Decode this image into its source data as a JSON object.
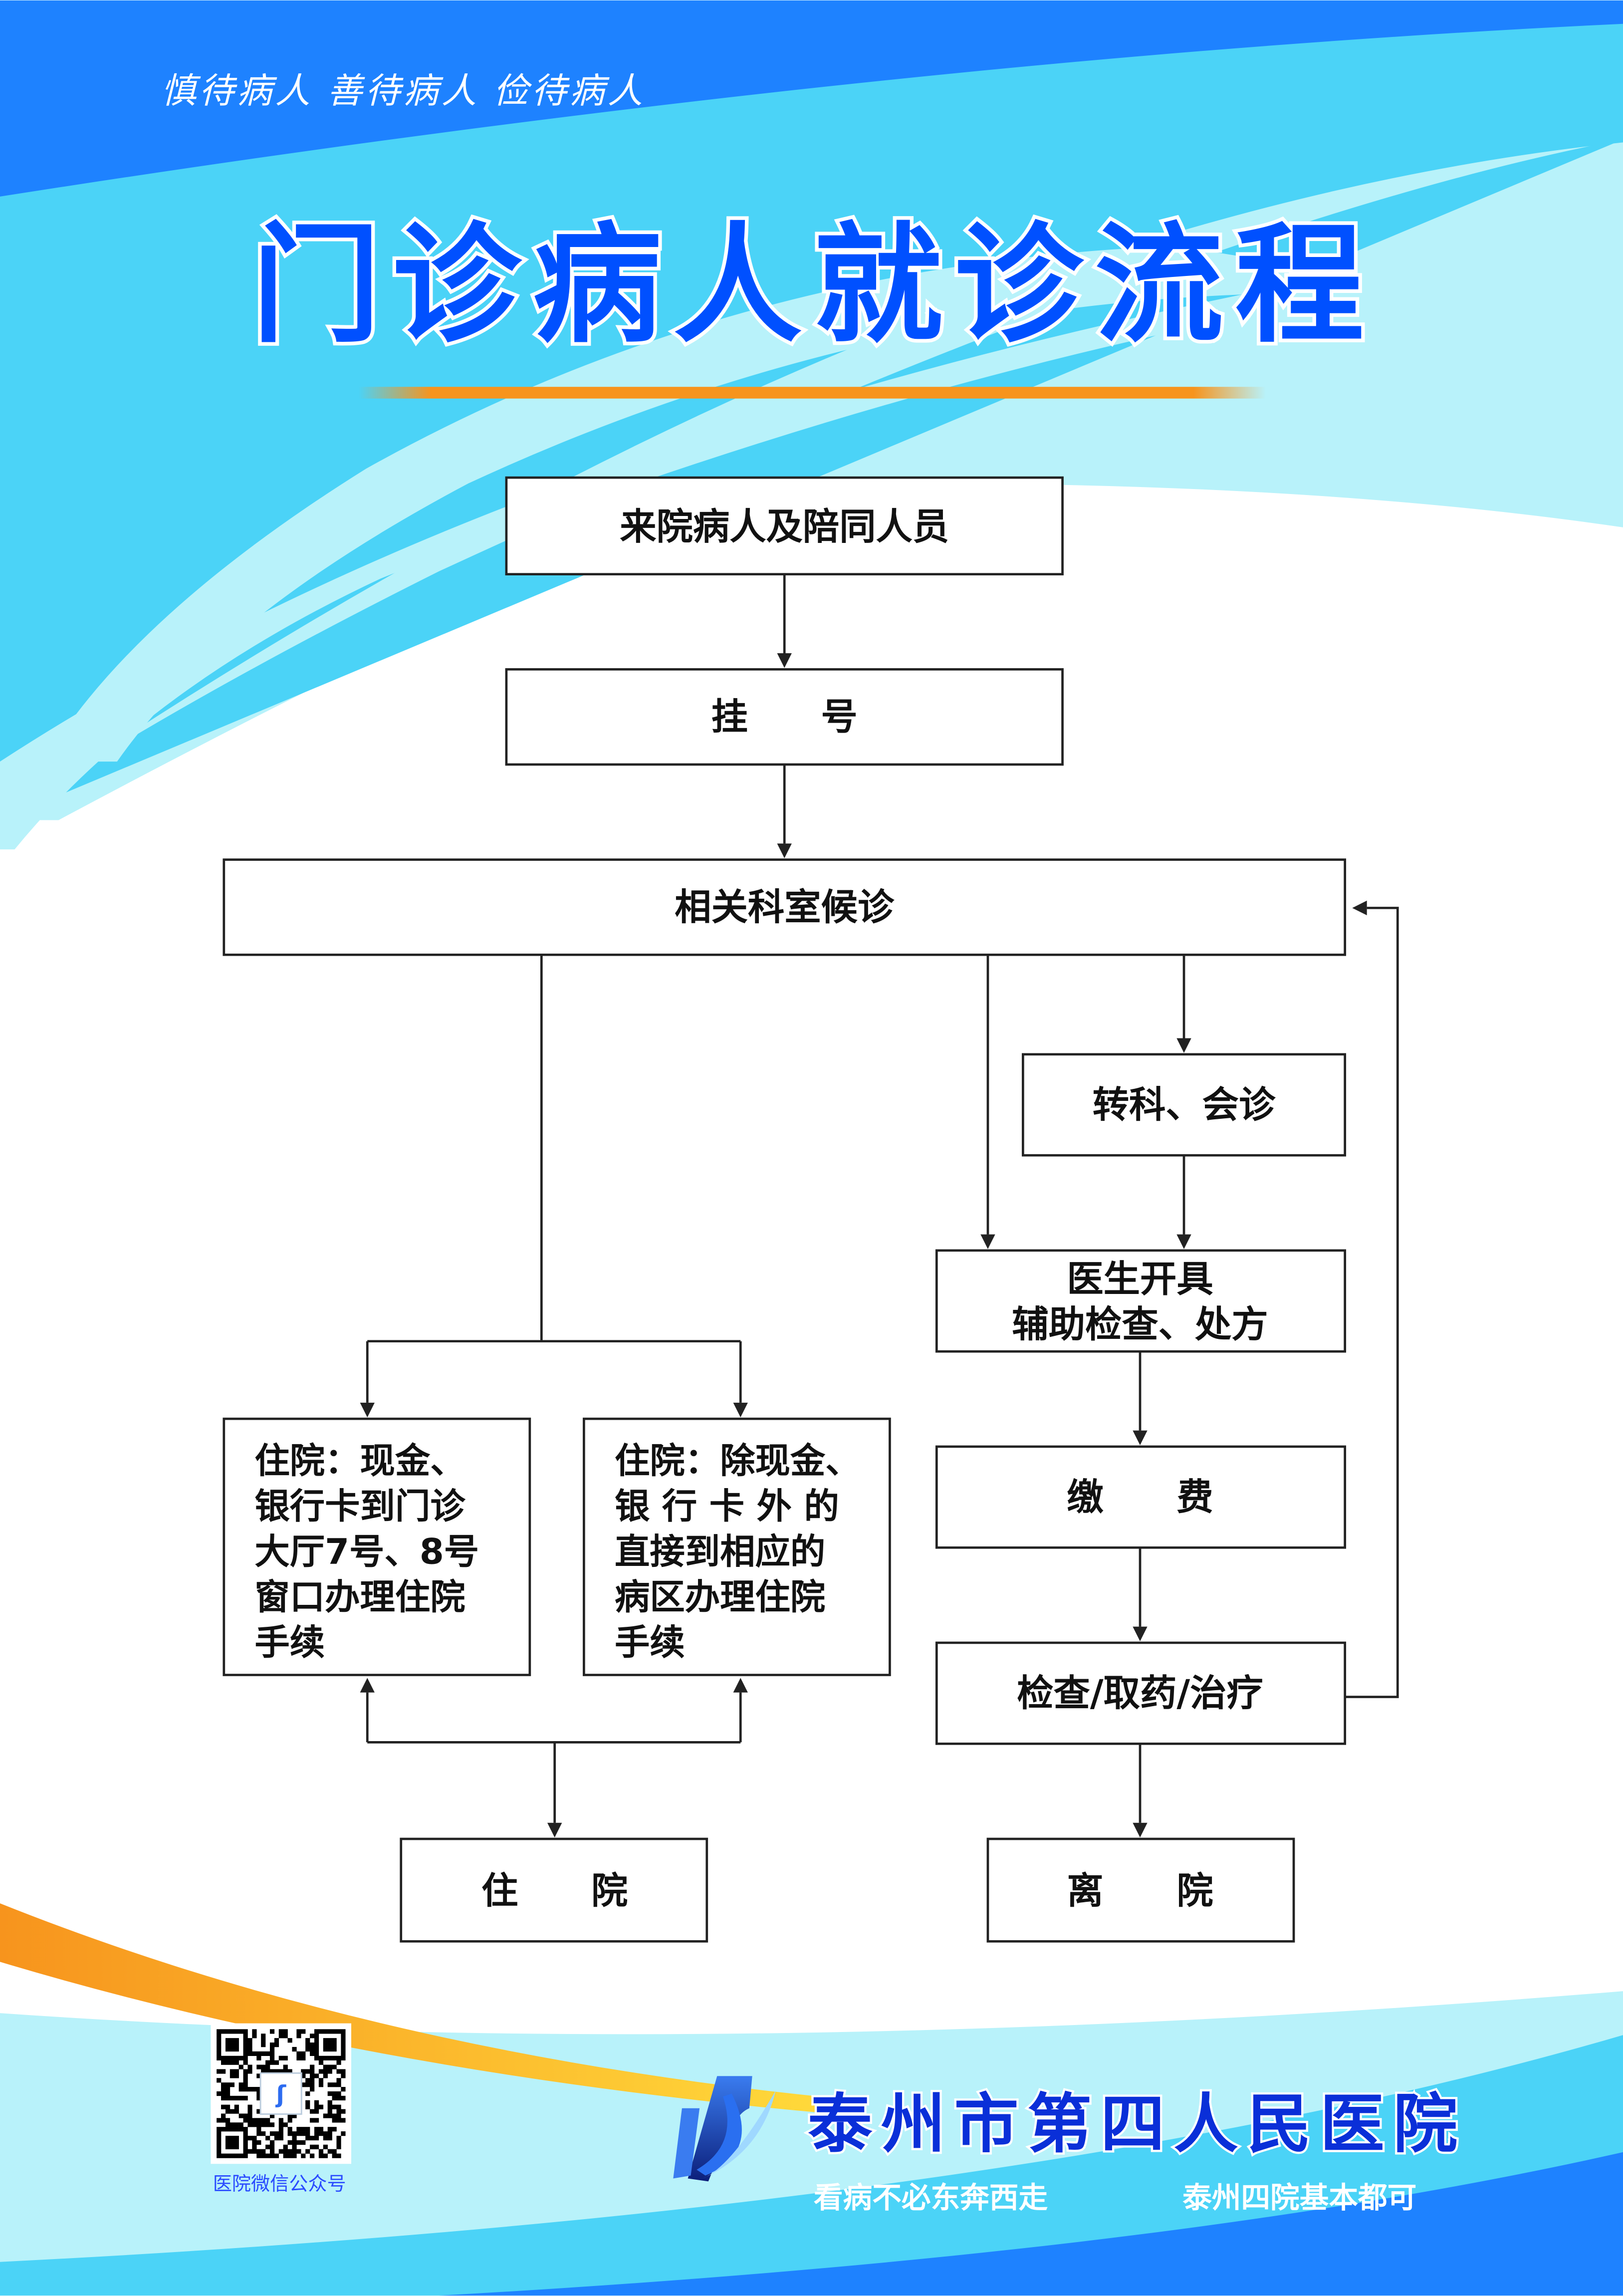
{
  "header": {
    "slogan": "慎待病人  善待病人  俭待病人",
    "title": "门诊病人就诊流程"
  },
  "flow": {
    "arrive": "来院病人及陪同人员",
    "register": "挂　　号",
    "waiting": "相关科室候诊",
    "transfer": "转科、会诊",
    "prescribe_lines": [
      "医生开具",
      "辅助检查、处方"
    ],
    "pay": "缴　　费",
    "treatment": "检查/取药/治疗",
    "inpatient_left_lines": [
      "住院：现金、",
      "银行卡到门诊",
      "大厅7号、8号",
      "窗口办理住院",
      "手续"
    ],
    "inpatient_right_lines": [
      "住院：除现金、",
      "银 行 卡 外 的",
      "直接到相应的",
      "病区办理住院",
      "手续"
    ],
    "hospitalize": "住　　院",
    "discharge": "离　　院"
  },
  "footer": {
    "qr_label": "医院微信公众号",
    "hospital_name": "泰州市第四人民医院",
    "tagline_1": "看病不必东奔西走",
    "tagline_2": "泰州四院基本都可"
  },
  "colors": {
    "deep_blue": "#1e82ff",
    "cyan": "#4bd3f7",
    "light_cyan": "#b8f2fa",
    "orange": "#f7941d",
    "title_blue": "#0050ff"
  }
}
